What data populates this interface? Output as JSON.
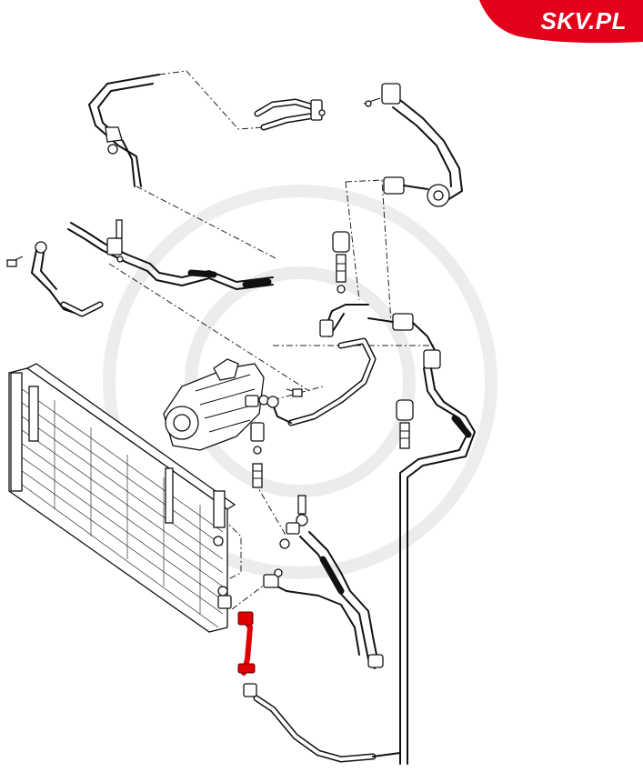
{
  "brand": {
    "logo_text": "SKV.PL",
    "badge_color": "#e3001b",
    "highlight_color": "#e00000"
  },
  "diagram": {
    "kind": "exploded-view",
    "highlighted_part": "condenser-outlet-pipe"
  }
}
